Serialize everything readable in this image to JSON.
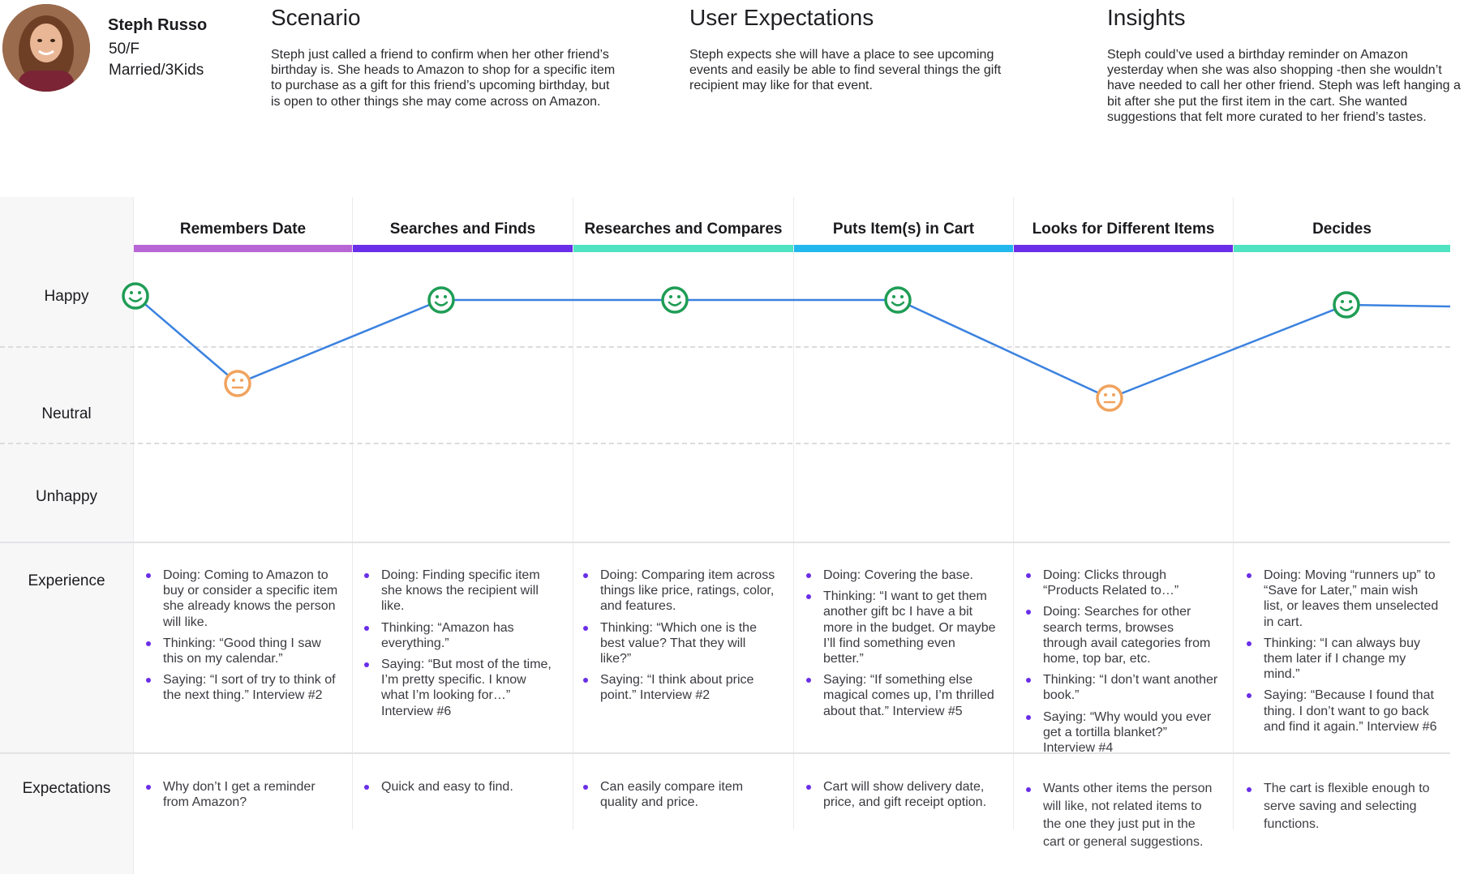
{
  "persona": {
    "name": "Steph Russo",
    "age_gender": "50/F",
    "status": "Married/3Kids",
    "avatar_icon": "persona-photo"
  },
  "header_sections": [
    {
      "title": "Scenario",
      "body": "Steph just called a friend to confirm when her other friend’s birthday is. She heads to Amazon to shop for a specific item to purchase as a gift for this friend’s upcoming birthday, but is open to other things she may come across on Amazon."
    },
    {
      "title": "User Expectations",
      "body": "Steph expects she will have a place to see upcoming events and easily be able to find several things the gift recipient may like for that event."
    },
    {
      "title": "Insights",
      "body": "Steph could’ve used a birthday reminder on Amazon yesterday when she was also shopping -then she wouldn’t have needed to call her other friend. Steph was left hanging a bit after she put the first item in the cart. She wanted suggestions that felt more curated to her friend’s tastes."
    }
  ],
  "row_labels": {
    "happy": "Happy",
    "neutral": "Neutral",
    "unhappy": "Unhappy",
    "experience": "Experience",
    "expectations": "Expectations"
  },
  "stages": [
    {
      "name": "Remembers Date",
      "color": "#b865d6"
    },
    {
      "name": "Searches and Finds",
      "color": "#6a2ee8"
    },
    {
      "name": "Researches and Compares",
      "color": "#4fe3c1"
    },
    {
      "name": "Puts Item(s) in Cart",
      "color": "#22b8ee"
    },
    {
      "name": "Looks for Different Items",
      "color": "#6a2ee8"
    },
    {
      "name": "Decides",
      "color": "#4fe3c1"
    }
  ],
  "emotion_points": [
    {
      "mood": "happy",
      "icon": "smiley-happy-icon"
    },
    {
      "mood": "neutral",
      "icon": "smiley-neutral-icon"
    },
    {
      "mood": "happy",
      "icon": "smiley-happy-icon"
    },
    {
      "mood": "happy",
      "icon": "smiley-happy-icon"
    },
    {
      "mood": "happy",
      "icon": "smiley-happy-icon"
    },
    {
      "mood": "neutral",
      "icon": "smiley-neutral-icon"
    },
    {
      "mood": "happy",
      "icon": "smiley-happy-icon"
    }
  ],
  "colors": {
    "happy": "#1f9d55",
    "neutral": "#f0a35e",
    "line": "#3b82e0",
    "bullet": "#6a2ee8"
  },
  "experience": [
    [
      "Doing: Coming to Amazon to buy or consider a specific item she already knows the person will like.",
      "Thinking: “Good thing I saw this on my calendar.”",
      "Saying: “I sort of try to think of the next thing.” Interview #2"
    ],
    [
      "Doing: Finding specific item she knows the recipient will like.",
      "Thinking: “Amazon has everything.”",
      "Saying: “But most of the time, I’m pretty specific. I know what I’m looking for…” Interview #6"
    ],
    [
      "Doing: Comparing item across things like price, ratings, color, and features.",
      "Thinking: “Which one is the best value? That they will like?”",
      "Saying: “I think about price point.” Interview #2"
    ],
    [
      "Doing: Covering the base.",
      "Thinking: “I want to get them another gift bc I have a bit more in the budget. Or maybe I’ll find something even better.”",
      "Saying: “If something else magical comes up, I’m thrilled about that.” Interview #5"
    ],
    [
      "Doing: Clicks through “Products Related to…”",
      "Doing: Searches for other search terms, browses through avail categories from home, top bar, etc.",
      "Thinking: “I don’t want another book.”",
      "Saying: “Why would you ever get a tortilla blanket?” Interview #4"
    ],
    [
      "Doing: Moving “runners up” to “Save for Later,” main wish list, or leaves them unselected in cart.",
      "Thinking: “I can always buy them later if I change my mind.”",
      "Saying: “Because I found that thing. I don’t want to go back and find it again.” Interview #6"
    ]
  ],
  "expectations": [
    "Why don’t I get a reminder from Amazon?",
    "Quick and easy to find.",
    "Can easily compare item quality and price.",
    "Cart will show delivery date, price, and gift receipt option.",
    "Wants other items the person will like, not related items to the one they just put in the cart or general suggestions.",
    "The cart is flexible enough to serve saving and selecting functions."
  ]
}
